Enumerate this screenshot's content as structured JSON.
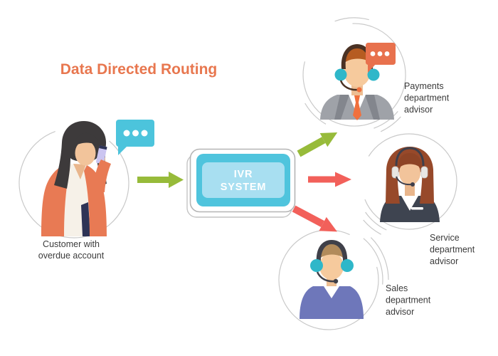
{
  "title": "Data Directed Routing",
  "customer": {
    "label": [
      "Customer with",
      "overdue account"
    ]
  },
  "ivr": {
    "label": [
      "IVR",
      "SYSTEM"
    ]
  },
  "advisors": {
    "payments": {
      "label": [
        "Payments",
        "department",
        "advisor"
      ]
    },
    "service": {
      "label": [
        "Service",
        "department",
        "advisor"
      ]
    },
    "sales": {
      "label": [
        "Sales",
        "department",
        "advisor"
      ]
    }
  },
  "icons": {
    "customer_bubble": "three-dots-speech-bubble",
    "payments_bubble": "three-dots-speech-bubble"
  },
  "colors": {
    "title": "#E8774F",
    "arrow_green": "#97BB3A",
    "arrow_red": "#F2605A",
    "bubble_teal": "#4CC4DC",
    "bubble_orange": "#E8714D",
    "ivr_box": "#4FC4DD",
    "ivr_box_inner": "#A8DFF1",
    "label_text": "#3B3B3B"
  }
}
